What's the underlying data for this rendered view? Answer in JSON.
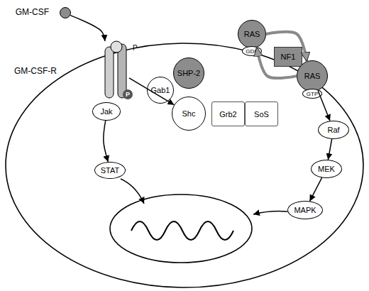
{
  "diagram": {
    "nodes": [
      {
        "text": [
          "GM-CSF"
        ]
      },
      {
        "text": [
          "GM-CSF-R"
        ]
      },
      {
        "text": [
          "RAS"
        ]
      },
      {
        "text": [
          "GDP"
        ]
      },
      {
        "text": [
          "NF1"
        ]
      },
      {
        "text": [
          "SHP-2"
        ]
      },
      {
        "text": [
          "Gab1"
        ]
      },
      {
        "text": [
          "RAS"
        ]
      },
      {
        "text": [
          "GTP"
        ]
      },
      {
        "text": [
          "P"
        ]
      },
      {
        "text": [
          "Jak"
        ]
      },
      {
        "text": [
          "Shc"
        ]
      },
      {
        "text": [
          "Grb2"
        ]
      },
      {
        "text": [
          "SoS"
        ]
      },
      {
        "text": [
          "Raf"
        ]
      },
      {
        "text": [
          "STAT"
        ]
      },
      {
        "text": [
          "MEK"
        ]
      },
      {
        "text": [
          "MAPK"
        ]
      }
    ],
    "edges": [
      {
        "from": 0,
        "to": 1,
        "arrow": "to"
      },
      {
        "from": 2,
        "to": 7,
        "arrow": "to"
      },
      {
        "from": 7,
        "to": 2,
        "arrow": "to"
      },
      {
        "from": 1,
        "to": 11,
        "arrow": "to"
      },
      {
        "from": 10,
        "to": 15,
        "arrow": "to"
      },
      {
        "from": 7,
        "to": 14,
        "arrow": "to"
      },
      {
        "from": 14,
        "to": 16,
        "arrow": "to"
      },
      {
        "from": 16,
        "to": 17,
        "arrow": "to"
      }
    ],
    "labels": [
      "P"
    ]
  }
}
